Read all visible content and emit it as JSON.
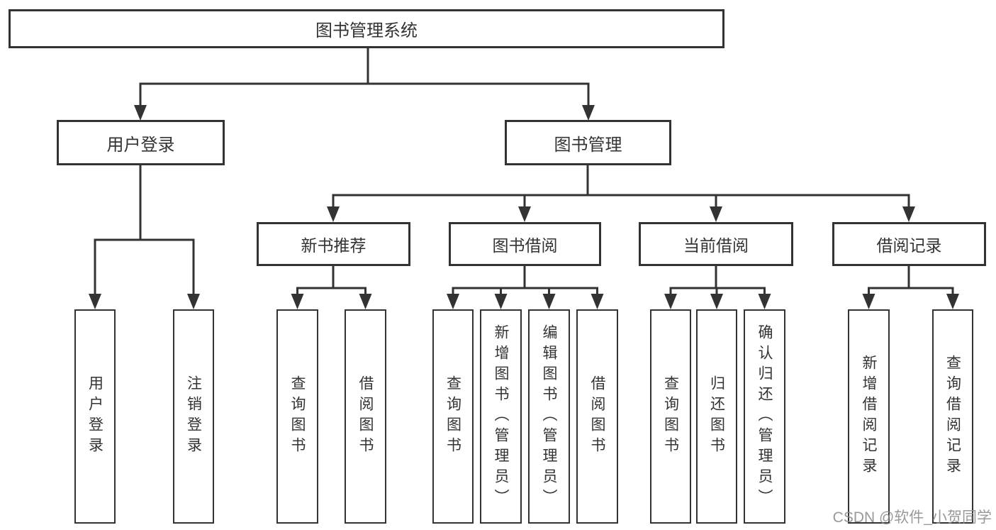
{
  "diagram_type": "hierarchy",
  "colors": {
    "line": "#333333",
    "text": "#333333",
    "box_background": "#ffffff",
    "watermark": "#8e8e8e"
  },
  "level1": {
    "label": "图书管理系统"
  },
  "level2": [
    {
      "label": "用户登录",
      "parent": "图书管理系统"
    },
    {
      "label": "图书管理",
      "parent": "图书管理系统"
    }
  ],
  "level3": [
    {
      "label": "新书推荐",
      "parent": "图书管理"
    },
    {
      "label": "图书借阅",
      "parent": "图书管理"
    },
    {
      "label": "当前借阅",
      "parent": "图书管理"
    },
    {
      "label": "借阅记录",
      "parent": "图书管理"
    }
  ],
  "leaves": [
    {
      "label": "用户登录",
      "parent": "用户登录"
    },
    {
      "label": "注销登录",
      "parent": "用户登录"
    },
    {
      "label": "查询图书",
      "parent": "新书推荐"
    },
    {
      "label": "借阅图书",
      "parent": "新书推荐"
    },
    {
      "label": "查询图书",
      "parent": "图书借阅"
    },
    {
      "label": "新增图书（管理员）",
      "parent": "图书借阅"
    },
    {
      "label": "编辑图书（管理员）",
      "parent": "图书借阅"
    },
    {
      "label": "借阅图书",
      "parent": "图书借阅"
    },
    {
      "label": "查询图书",
      "parent": "当前借阅"
    },
    {
      "label": "归还图书",
      "parent": "当前借阅"
    },
    {
      "label": "确认归还（管理员）",
      "parent": "当前借阅"
    },
    {
      "label": "新增借阅记录",
      "parent": "借阅记录"
    },
    {
      "label": "查询借阅记录",
      "parent": "借阅记录"
    }
  ],
  "watermark": {
    "text": "CSDN @软件_小贺同学"
  }
}
